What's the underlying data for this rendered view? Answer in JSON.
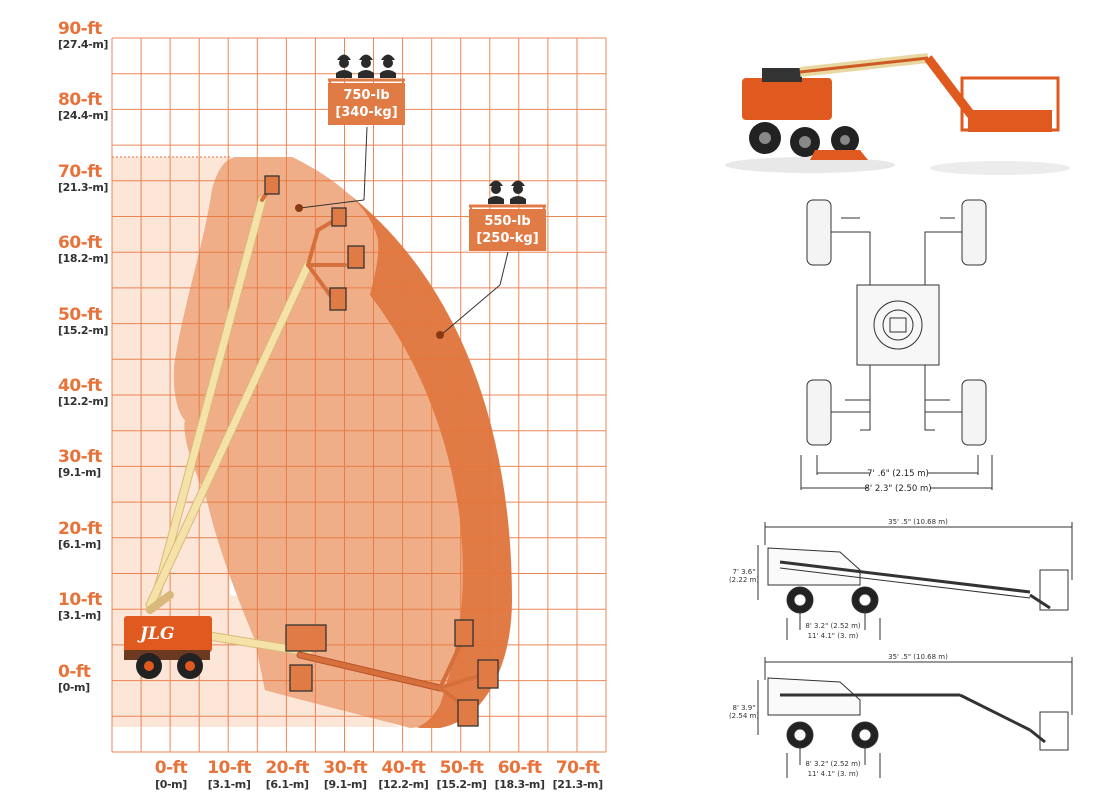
{
  "chart_data": {
    "type": "diagram",
    "y_ticks": [
      {
        "ft": "90-ft",
        "m": "[27.4-m]"
      },
      {
        "ft": "80-ft",
        "m": "[24.4-m]"
      },
      {
        "ft": "70-ft",
        "m": "[21.3-m]"
      },
      {
        "ft": "60-ft",
        "m": "[18.2-m]"
      },
      {
        "ft": "50-ft",
        "m": "[15.2-m]"
      },
      {
        "ft": "40-ft",
        "m": "[12.2-m]"
      },
      {
        "ft": "30-ft",
        "m": "[9.1-m]"
      },
      {
        "ft": "20-ft",
        "m": "[6.1-m]"
      },
      {
        "ft": "10-ft",
        "m": "[3.1-m]"
      },
      {
        "ft": "0-ft",
        "m": "[0-m]"
      }
    ],
    "x_ticks": [
      {
        "ft": "0-ft",
        "m": "[0-m]"
      },
      {
        "ft": "10-ft",
        "m": "[3.1-m]"
      },
      {
        "ft": "20-ft",
        "m": "[6.1-m]"
      },
      {
        "ft": "30-ft",
        "m": "[9.1-m]"
      },
      {
        "ft": "40-ft",
        "m": "[12.2-m]"
      },
      {
        "ft": "50-ft",
        "m": "[15.2-m]"
      },
      {
        "ft": "60-ft",
        "m": "[18.3-m]"
      },
      {
        "ft": "70-ft",
        "m": "[21.3-m]"
      }
    ],
    "capacities": [
      {
        "weight": "750-lb",
        "metric": "[340-kg]",
        "persons": 3
      },
      {
        "weight": "550-lb",
        "metric": "[250-kg]",
        "persons": 2
      }
    ]
  },
  "brand": "JLG",
  "colors": {
    "grid": "#e8733a",
    "envelope_outer": "#e07b45",
    "envelope_inner": "#f0b48f",
    "envelope_light": "#fbe3d3",
    "boom": "#f5e2a8",
    "machine": "#e05a20"
  },
  "top_view": {
    "inner_width": "7' .6\" (2.15 m)",
    "outer_width": "8' 2.3\" (2.50 m)"
  },
  "side_views": [
    {
      "length": "35' .5\" (10.68 m)",
      "height_ft": "7' 3.6\"",
      "height_m": "(2.22 m)",
      "wheelbase": "8' 3.2\" (2.52 m)",
      "overall": "11' 4.1\" (3. m)"
    },
    {
      "length": "35' .5\" (10.68 m)",
      "height_ft": "8' 3.9\"",
      "height_m": "(2.54 m)",
      "wheelbase": "8' 3.2\" (2.52 m)",
      "overall": "11' 4.1\" (3. m)"
    }
  ]
}
